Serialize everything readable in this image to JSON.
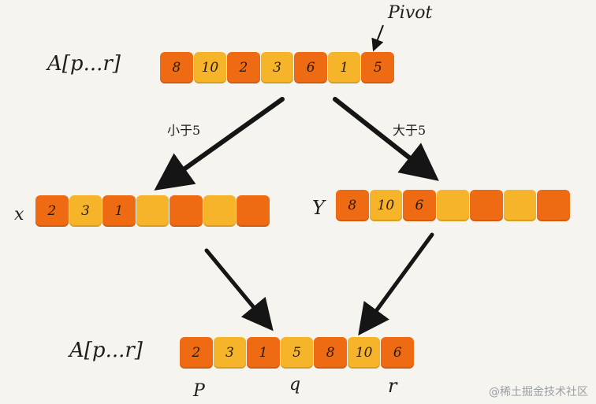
{
  "labels": {
    "source_array": "A[p...r]",
    "pivot": "Pivot",
    "less_than": "小于5",
    "greater_than": "大于5",
    "left_array": "x",
    "right_array": "Y",
    "result_array": "A[p...r]",
    "marker_p": "P",
    "marker_q": "q",
    "marker_r": "r"
  },
  "arrays": {
    "source": [
      "8",
      "10",
      "2",
      "3",
      "6",
      "1",
      "5"
    ],
    "left": [
      "2",
      "3",
      "1",
      "",
      "",
      "",
      ""
    ],
    "right": [
      "8",
      "10",
      "6",
      "",
      "",
      "",
      ""
    ],
    "result": [
      "2",
      "3",
      "1",
      "5",
      "8",
      "10",
      "6"
    ]
  },
  "colors": {
    "dark_orange": "#ee6a13",
    "light_orange": "#f5b42a",
    "arrow": "#151515"
  },
  "watermark": "@稀土掘金技术社区"
}
